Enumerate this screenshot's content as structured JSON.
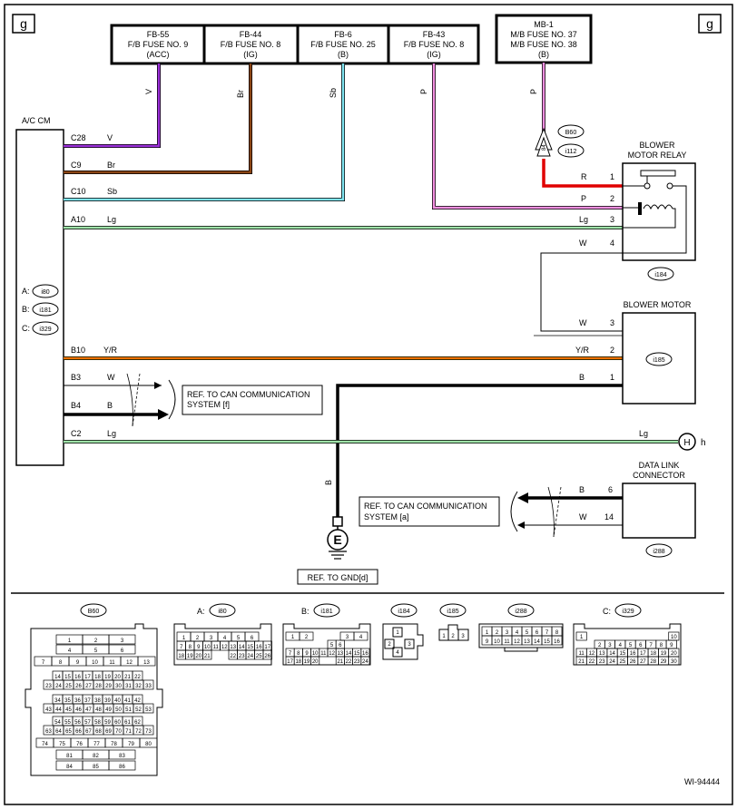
{
  "corner_left": "g",
  "corner_right": "g",
  "ecm_label": "A/C CM",
  "ecm_connectors": [
    {
      "prefix": "A:",
      "id": "i80"
    },
    {
      "prefix": "B:",
      "id": "i181"
    },
    {
      "prefix": "C:",
      "id": "i329"
    }
  ],
  "fuses": [
    {
      "l1": "FB-55",
      "l2": "F/B FUSE NO. 9",
      "l3": "(ACC)",
      "wire": "V"
    },
    {
      "l1": "FB-44",
      "l2": "F/B FUSE NO. 8",
      "l3": "(IG)",
      "wire": "Br"
    },
    {
      "l1": "FB-6",
      "l2": "F/B FUSE NO. 25",
      "l3": "(B)",
      "wire": "Sb"
    },
    {
      "l1": "FB-43",
      "l2": "F/B FUSE NO. 8",
      "l3": "(IG)",
      "wire": "P"
    }
  ],
  "mb_fuse": {
    "l1": "MB-1",
    "l2": "M/B FUSE NO. 37",
    "l3": "M/B FUSE NO. 38",
    "l4": "(B)",
    "wire": "P"
  },
  "junction": {
    "pin": "84",
    "a": "B60",
    "b": "i112"
  },
  "ecm_pins": [
    {
      "pin": "C28",
      "wire": "V"
    },
    {
      "pin": "C9",
      "wire": "Br"
    },
    {
      "pin": "C10",
      "wire": "Sb"
    },
    {
      "pin": "A10",
      "wire": "Lg"
    },
    {
      "pin": "B10",
      "wire": "Y/R"
    },
    {
      "pin": "B3",
      "wire": "W"
    },
    {
      "pin": "B4",
      "wire": "B"
    },
    {
      "pin": "C2",
      "wire": "Lg"
    }
  ],
  "relay": {
    "title1": "BLOWER",
    "title2": "MOTOR RELAY",
    "id": "i184",
    "pins": [
      {
        "wire": "R",
        "num": "1"
      },
      {
        "wire": "P",
        "num": "2"
      },
      {
        "wire": "Lg",
        "num": "3"
      },
      {
        "wire": "W",
        "num": "4"
      }
    ]
  },
  "motor": {
    "title": "BLOWER MOTOR",
    "id": "i185",
    "pins": [
      {
        "wire": "W",
        "num": "3"
      },
      {
        "wire": "Y/R",
        "num": "2"
      },
      {
        "wire": "B",
        "num": "1"
      }
    ]
  },
  "ref_can_f": {
    "l1": "REF. TO CAN COMMUNICATION",
    "l2": "SYSTEM [f]"
  },
  "ref_can_a": {
    "l1": "REF. TO CAN COMMUNICATION",
    "l2": "SYSTEM [a]"
  },
  "lg_right_wire": "Lg",
  "h_connector": {
    "circle": "H",
    "label": "h"
  },
  "dlc": {
    "title1": "DATA LINK",
    "title2": "CONNECTOR",
    "id": "i288",
    "pins": [
      {
        "wire": "B",
        "num": "6"
      },
      {
        "wire": "W",
        "num": "14"
      }
    ]
  },
  "ground": {
    "wire": "B",
    "symbol": "E",
    "ref": "REF. TO GND[d]"
  },
  "figure_code": "WI-94444",
  "connector_views": [
    {
      "id": "B60",
      "prefix": ""
    },
    {
      "id": "i80",
      "prefix": "A:"
    },
    {
      "id": "i181",
      "prefix": "B:"
    },
    {
      "id": "i184",
      "prefix": ""
    },
    {
      "id": "i185",
      "prefix": ""
    },
    {
      "id": "i288",
      "prefix": ""
    },
    {
      "id": "i329",
      "prefix": "C:"
    }
  ],
  "b60_rows": [
    [
      "1",
      "2",
      "3"
    ],
    [
      "4",
      "5",
      "6"
    ],
    [
      "7",
      "8",
      "9",
      "10",
      "11",
      "12",
      "13"
    ],
    [
      "14",
      "15",
      "16",
      "17",
      "18",
      "19",
      "20",
      "21",
      "22"
    ],
    [
      "23",
      "24",
      "25",
      "26",
      "27",
      "28",
      "29",
      "30",
      "31",
      "32",
      "33"
    ],
    [
      "34",
      "35",
      "36",
      "37",
      "38",
      "39",
      "40",
      "41",
      "42"
    ],
    [
      "43",
      "44",
      "45",
      "46",
      "47",
      "48",
      "49",
      "50",
      "51",
      "52",
      "53"
    ],
    [
      "54",
      "55",
      "56",
      "57",
      "58",
      "59",
      "60",
      "61",
      "62"
    ],
    [
      "63",
      "64",
      "65",
      "66",
      "67",
      "68",
      "69",
      "70",
      "71",
      "72",
      "73"
    ],
    [
      "74",
      "75",
      "76",
      "77",
      "78",
      "79",
      "80"
    ],
    [
      "81",
      "82",
      "83"
    ],
    [
      "84",
      "85",
      "86"
    ]
  ],
  "i80_rows": [
    [
      "1",
      "2",
      "3",
      "4",
      "5",
      "6"
    ],
    [
      "7",
      "8",
      "9",
      "10",
      "11",
      "12",
      "13",
      "14",
      "15",
      "16",
      "17"
    ],
    [
      "18",
      "19",
      "20",
      "21",
      "",
      "",
      "22",
      "23",
      "24",
      "25",
      "26"
    ]
  ],
  "i181_rows": [
    [
      "1",
      "2",
      "",
      "",
      "3",
      "4"
    ],
    [
      "",
      "",
      "",
      "",
      "",
      "5",
      "6",
      "",
      "",
      "",
      ""
    ],
    [
      "7",
      "8",
      "9",
      "10",
      "11",
      "12",
      "13",
      "14",
      "15",
      "16"
    ],
    [
      "17",
      "18",
      "19",
      "20",
      "",
      "",
      "21",
      "22",
      "23",
      "24"
    ]
  ],
  "i184_pins": [
    "1",
    "2",
    "3",
    "4"
  ],
  "i185_pins": [
    "1",
    "2",
    "3"
  ],
  "i288_rows": [
    [
      "1",
      "2",
      "3",
      "4",
      "5",
      "6",
      "7",
      "8"
    ],
    [
      "9",
      "10",
      "11",
      "12",
      "13",
      "14",
      "15",
      "16"
    ]
  ],
  "i329_rows": [
    [
      "1",
      "",
      "",
      "",
      "",
      "",
      "",
      "",
      "",
      "10"
    ],
    [
      "2",
      "3",
      "4",
      "5",
      "6",
      "7",
      "8",
      "9"
    ],
    [
      "11",
      "12",
      "13",
      "14",
      "15",
      "16",
      "17",
      "18",
      "19",
      "20"
    ],
    [
      "21",
      "22",
      "23",
      "24",
      "25",
      "26",
      "27",
      "28",
      "29",
      "30"
    ]
  ],
  "colors": {
    "violet": "#9b30d9",
    "brown": "#8b4513",
    "sky": "#7fe3ef",
    "pink": "#f28fe0",
    "lightgreen": "#9fe3a9",
    "red": "#e00000",
    "yellow": "#f4b400",
    "black": "#000000"
  }
}
